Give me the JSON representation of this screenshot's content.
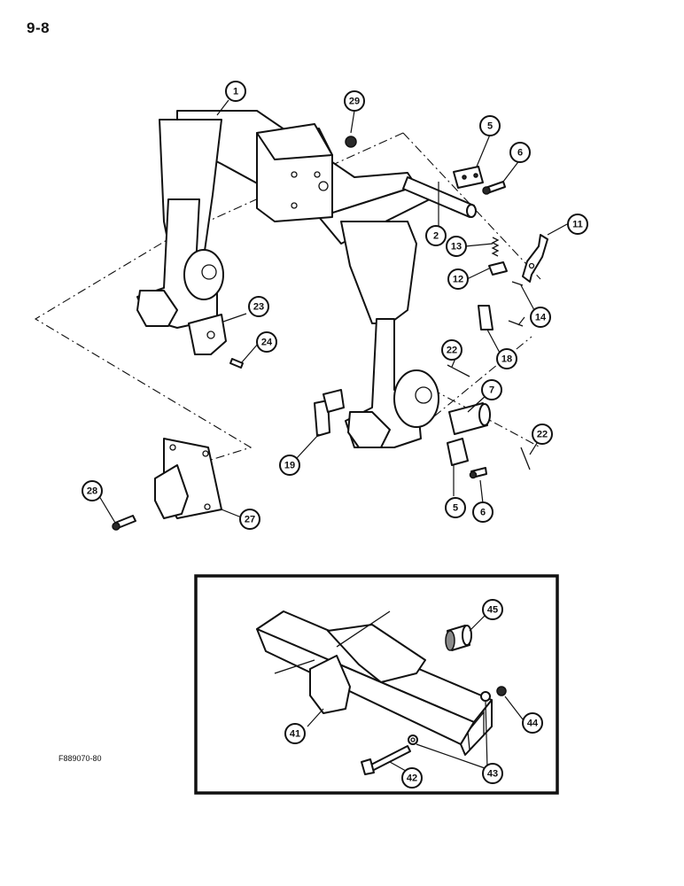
{
  "page_number": "9-8",
  "figure_id": "F889070-80",
  "callouts": [
    "1",
    "29",
    "5",
    "6",
    "2",
    "11",
    "13",
    "12",
    "14",
    "18",
    "22",
    "23",
    "24",
    "7",
    "22",
    "19",
    "5",
    "6",
    "27",
    "28",
    "45",
    "44",
    "41",
    "43",
    "42"
  ]
}
